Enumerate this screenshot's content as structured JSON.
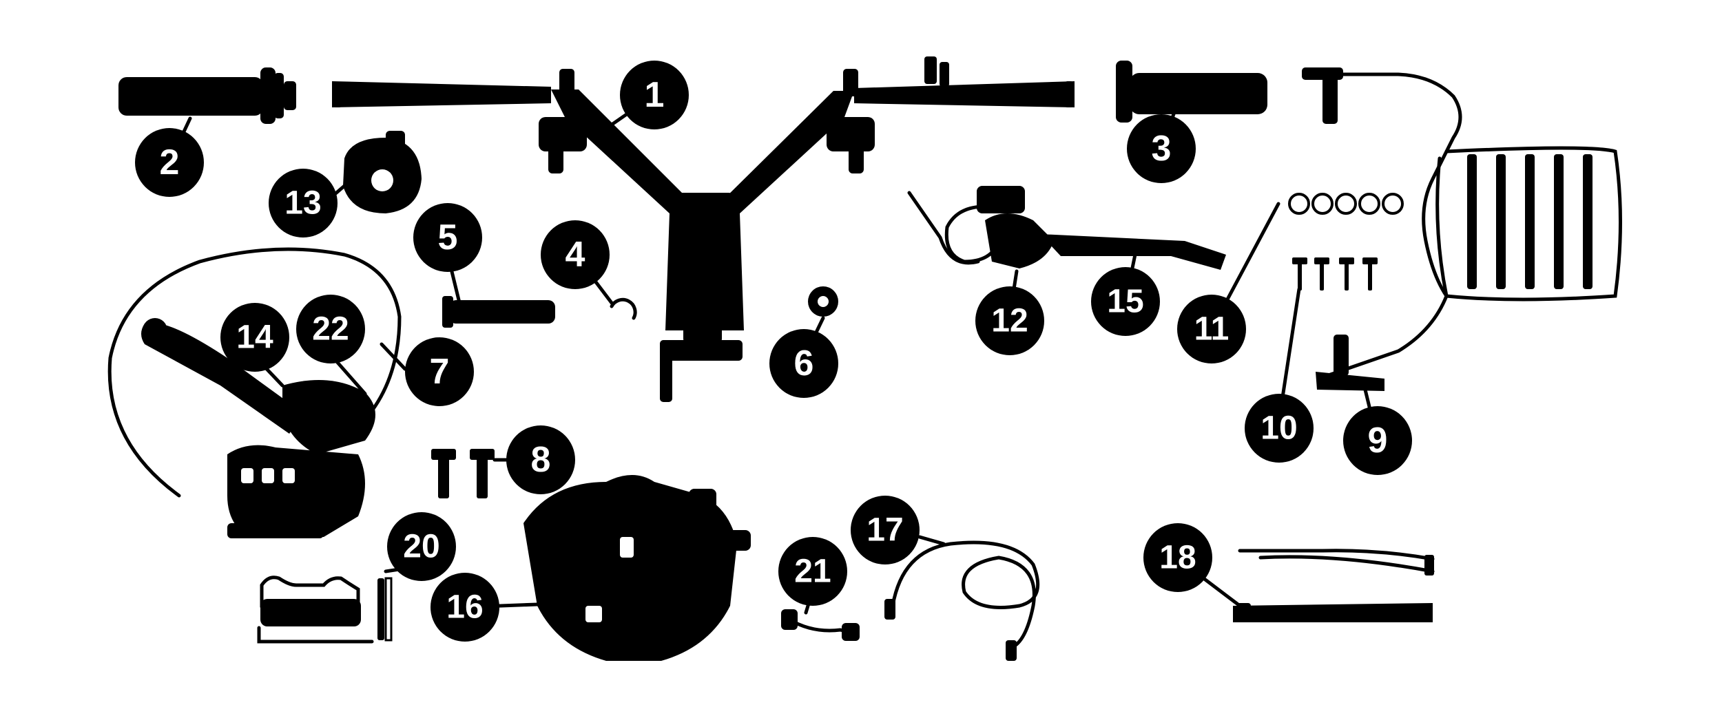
{
  "diagram": {
    "colors": {
      "ink": "#000000",
      "paper": "#ffffff",
      "label_text": "#ffffff"
    },
    "callouts": [
      "1",
      "2",
      "3",
      "4",
      "5",
      "6",
      "7",
      "8",
      "9",
      "10",
      "11",
      "12",
      "13",
      "14",
      "15",
      "16",
      "17",
      "18",
      "20",
      "21",
      "22"
    ]
  }
}
